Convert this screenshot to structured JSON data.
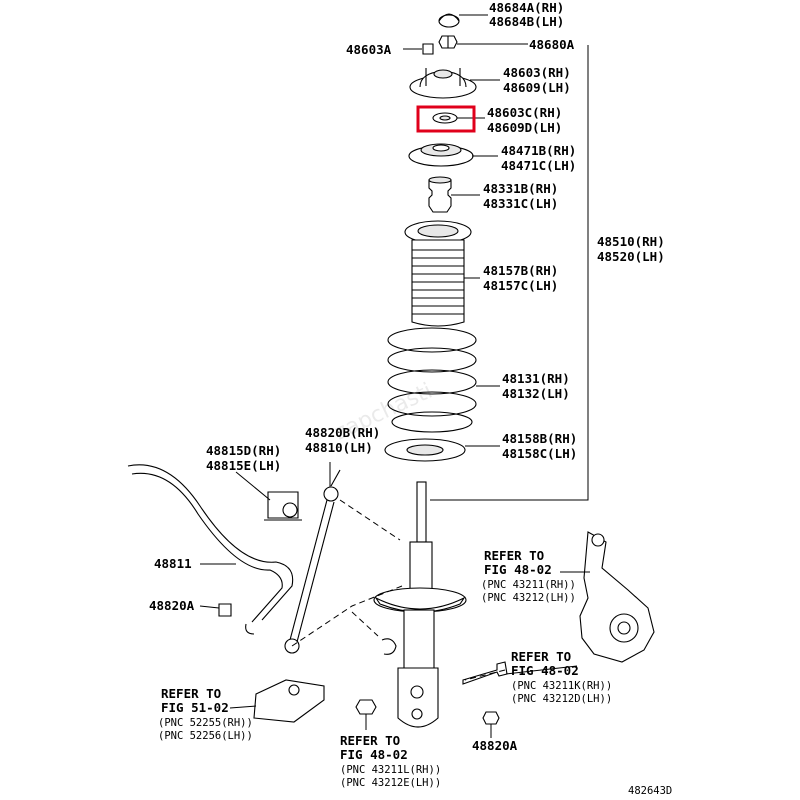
{
  "diagram_code": "482643D",
  "watermark": "zapchasti",
  "highlighted_part": "48603C",
  "labels": {
    "p48684": [
      "48684A(RH)",
      "48684B(LH)"
    ],
    "p48603A": "48603A",
    "p48680A": "48680A",
    "p48603": [
      "48603(RH)",
      "48609(LH)"
    ],
    "p48603C": [
      "48603C(RH)",
      "48609D(LH)"
    ],
    "p48471": [
      "48471B(RH)",
      "48471C(LH)"
    ],
    "p48331": [
      "48331B(RH)",
      "48331C(LH)"
    ],
    "p48510": [
      "48510(RH)",
      "48520(LH)"
    ],
    "p48157": [
      "48157B(RH)",
      "48157C(LH)"
    ],
    "p48131": [
      "48131(RH)",
      "48132(LH)"
    ],
    "p48158": [
      "48158B(RH)",
      "48158C(LH)"
    ],
    "p48815": [
      "48815D(RH)",
      "48815E(LH)"
    ],
    "p48820B": [
      "48820B(RH)",
      "48810(LH)"
    ],
    "p48811": "48811",
    "p48820A_left": "48820A",
    "p48820A_bottom": "48820A",
    "ref_48_02_knuckle": [
      "REFER TO",
      "FIG 48-02",
      "(PNC 43211(RH))",
      "(PNC 43212(LH))"
    ],
    "ref_48_02_bolt": [
      "REFER TO",
      "FIG 48-02",
      "(PNC 43211K(RH))",
      "(PNC 43212D(LH))"
    ],
    "ref_51_02": [
      "REFER TO",
      "FIG 51-02",
      "(PNC 52255(RH))",
      "(PNC 52256(LH))"
    ],
    "ref_48_02_nut": [
      "REFER TO",
      "FIG 48-02",
      "(PNC 43211L(RH))",
      "(PNC 43212E(LH))"
    ]
  }
}
